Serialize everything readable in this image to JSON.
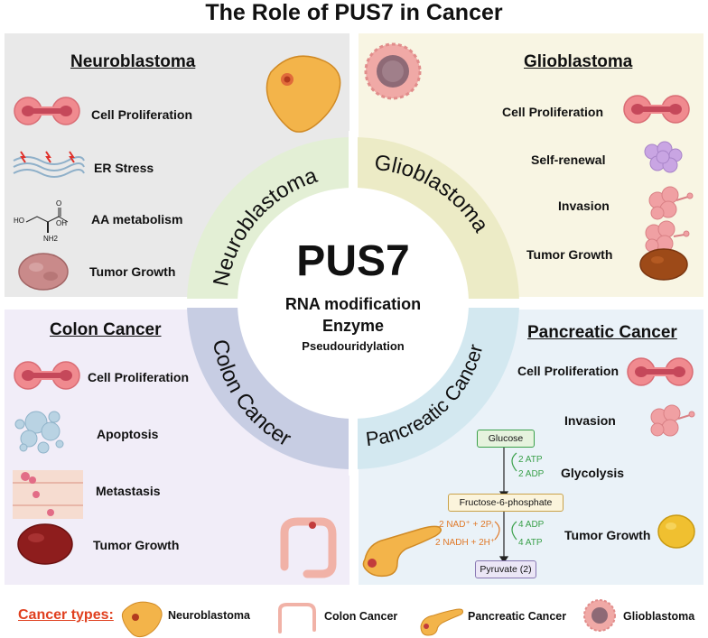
{
  "title": "The Role of PUS7 in Cancer",
  "center": {
    "main": "PUS7",
    "line1": "RNA modification",
    "line2": "Enzyme",
    "line3": "Pseudouridylation"
  },
  "ring_labels": {
    "nb": "Neuroblastoma",
    "gb": "Glioblastoma",
    "cc": "Colon Cancer",
    "pc": "Pancreatic Cancer"
  },
  "panels": {
    "neuroblastoma": {
      "title": "Neuroblastoma",
      "items": [
        "Cell Proliferation",
        "ER Stress",
        "AA metabolism",
        "Tumor Growth"
      ]
    },
    "glioblastoma": {
      "title": "Glioblastoma",
      "items": [
        "Cell Proliferation",
        "Self-renewal",
        "Invasion",
        "Tumor Growth"
      ]
    },
    "colon": {
      "title": "Colon Cancer",
      "items": [
        "Cell Proliferation",
        "Apoptosis",
        "Metastasis",
        "Tumor Growth"
      ]
    },
    "pancreatic": {
      "title": "Pancreatic Cancer",
      "items": [
        "Cell Proliferation",
        "Invasion",
        "Glycolysis",
        "Tumor Growth"
      ]
    }
  },
  "molecule": {
    "ho": "HO",
    "oh": "OH",
    "o": "O",
    "nh2": "NH2"
  },
  "glycolysis": {
    "glucose": "Glucose",
    "f6p": "Fructose-6-phosphate",
    "pyruvate": "Pyruvate (2)",
    "atp_in": "2 ATP",
    "adp_out": "2 ADP",
    "nad": "2 NAD⁺ + 2Pᵢ",
    "nadh": "2 NADH + 2H⁺",
    "adp_in": "4 ADP",
    "atp_out": "4 ATP"
  },
  "legend": {
    "title": "Cancer types:",
    "items": [
      "Neuroblastoma",
      "Colon Cancer",
      "Pancreatic Cancer",
      "Glioblastoma"
    ]
  },
  "colors": {
    "ring_nb": "#e3efd5",
    "ring_gb": "#ecebc6",
    "ring_cc": "#c7cde3",
    "ring_pc": "#d3e8f0",
    "legend_title": "#e0401f"
  }
}
